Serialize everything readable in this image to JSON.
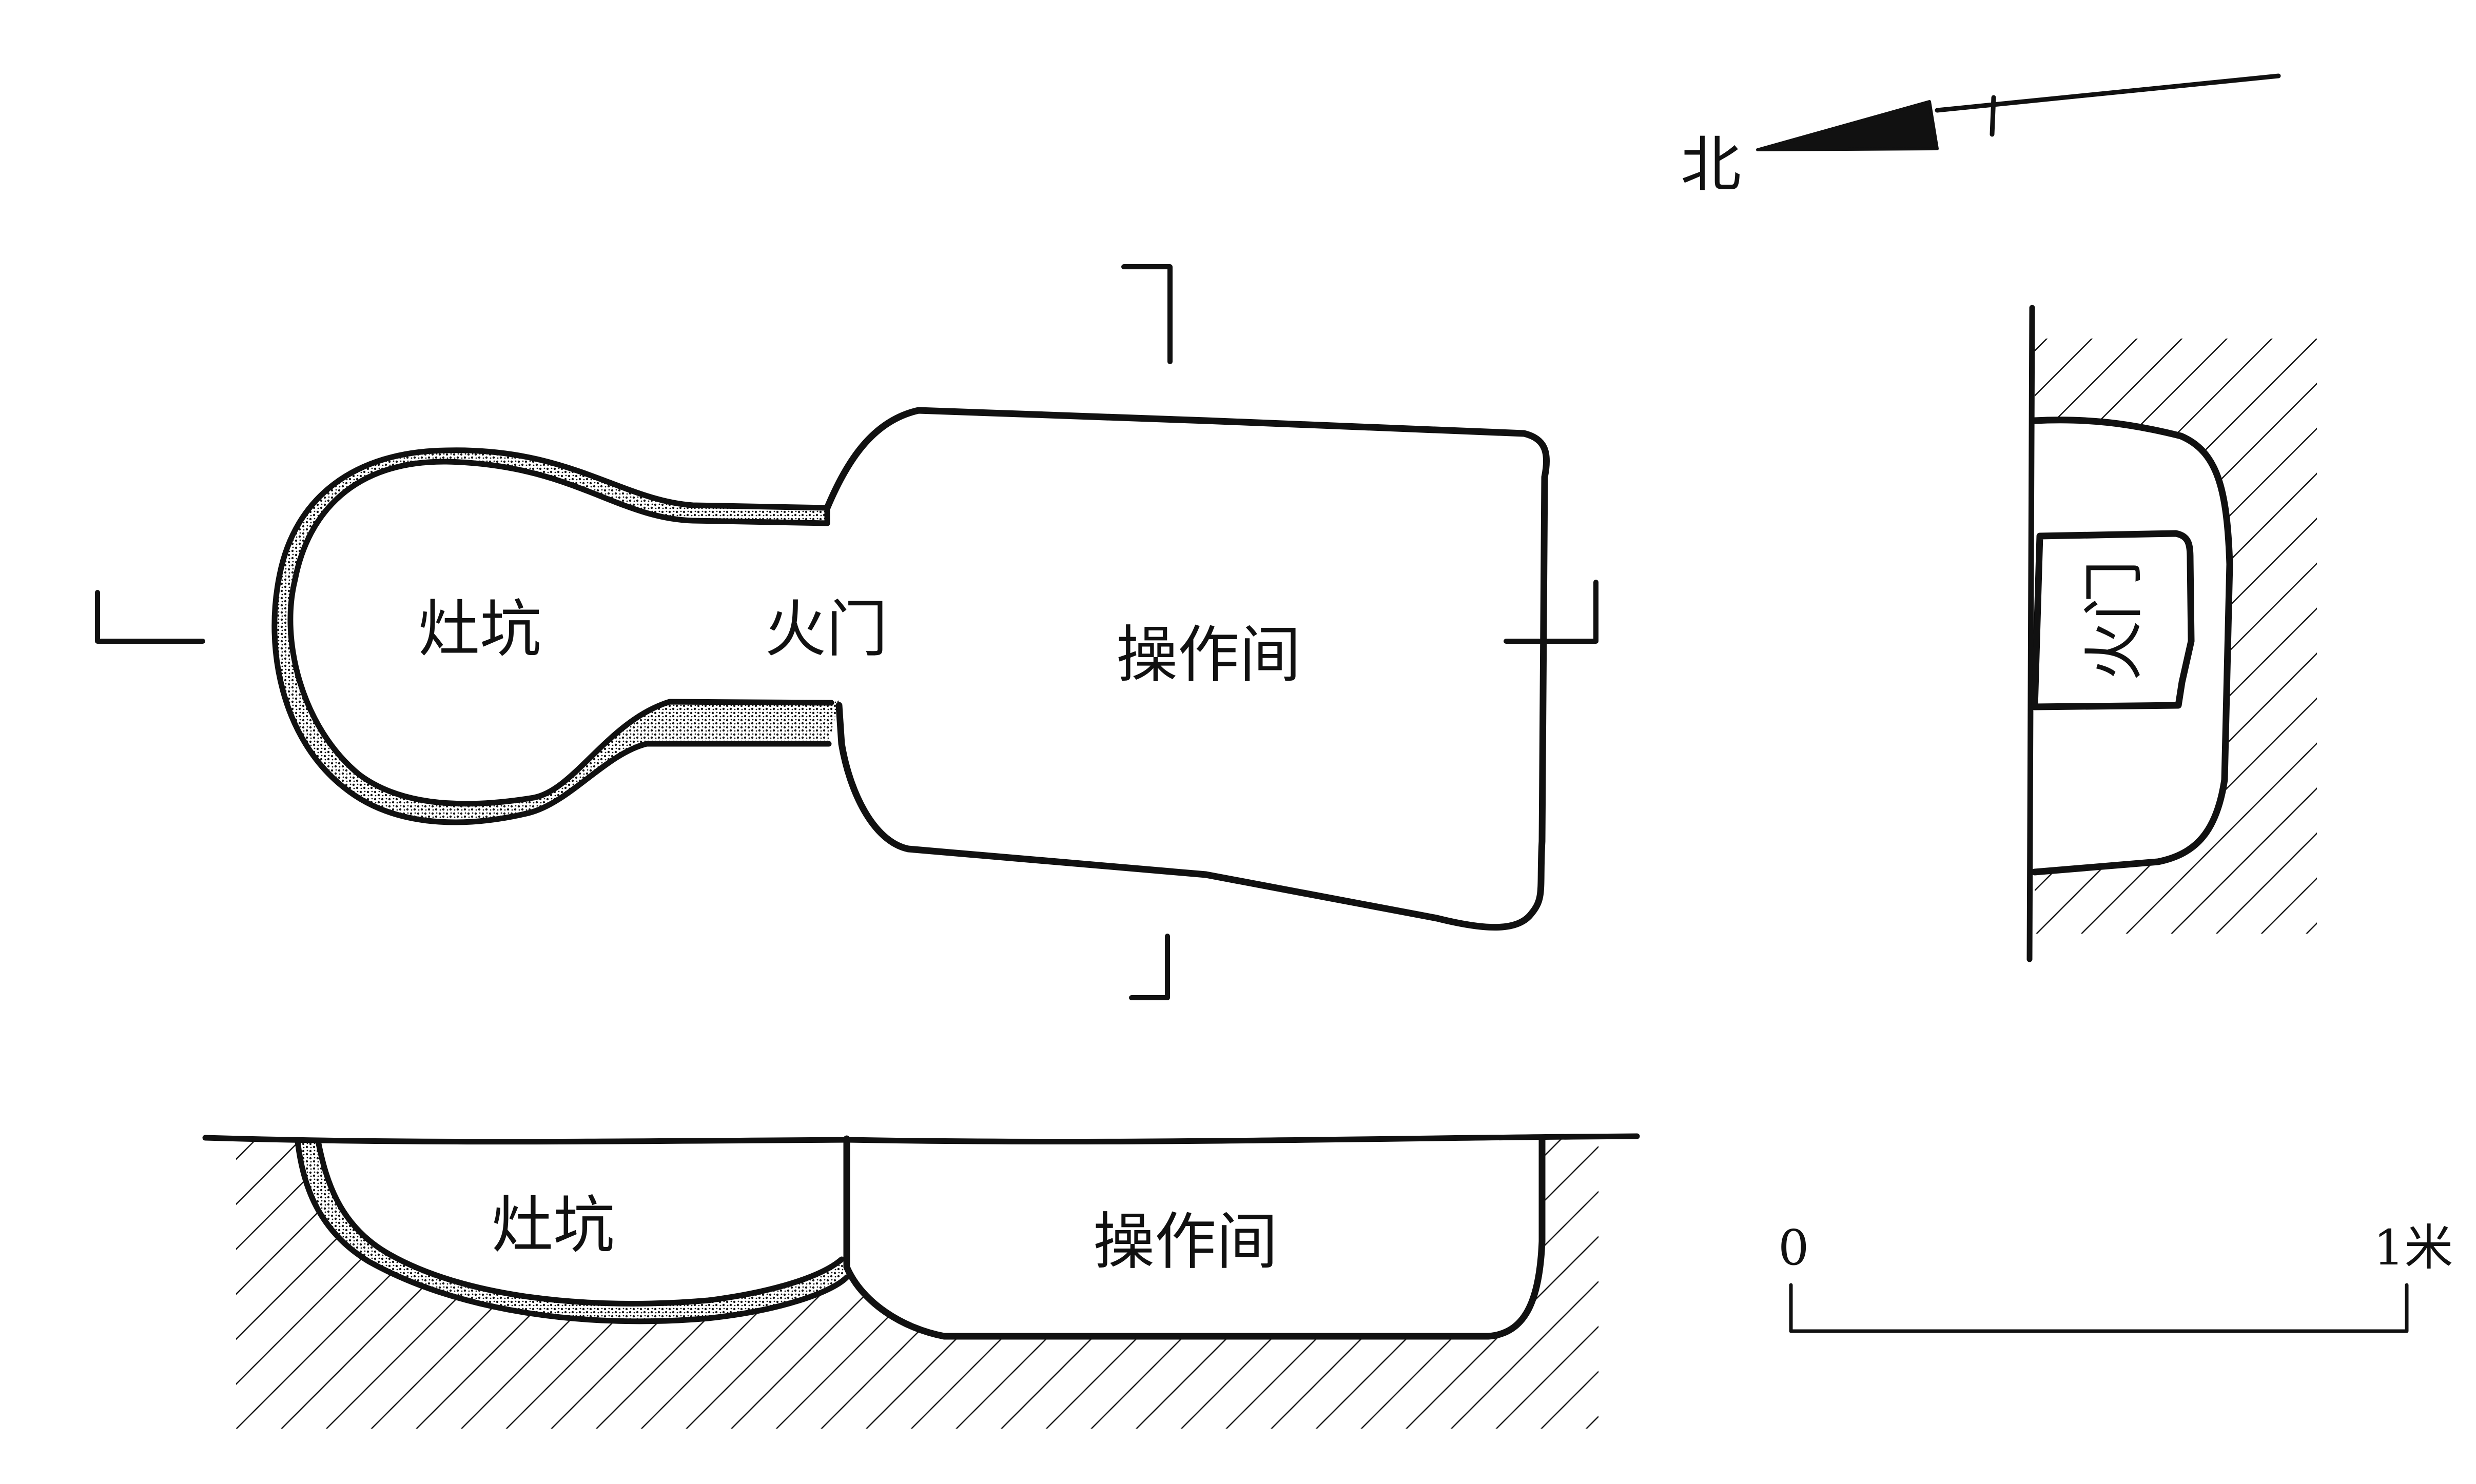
{
  "north_arrow": {
    "label": "北"
  },
  "plan_view": {
    "labels": {
      "stove_pit": "灶坑",
      "fire_door": "火门",
      "operation_room": "操作间"
    }
  },
  "section_view": {
    "labels": {
      "stove_pit": "灶坑",
      "operation_room": "操作间"
    }
  },
  "side_view": {
    "labels": {
      "fire_door": "火门"
    }
  },
  "scale_bar": {
    "start_label": "0",
    "end_label": "1米"
  },
  "colors": {
    "ink": "#111111",
    "background": "#ffffff"
  }
}
